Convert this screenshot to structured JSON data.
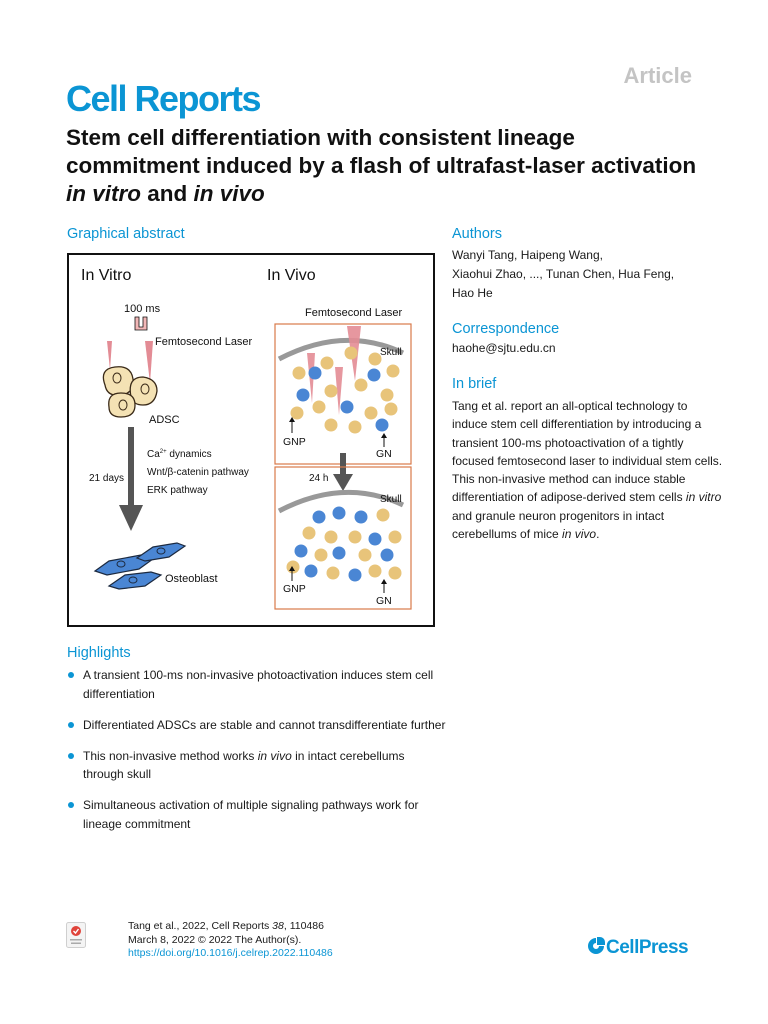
{
  "header": {
    "article_label": "Article",
    "journal": "Cell Reports",
    "title_part1": "Stem cell differentiation with consistent lineage commitment induced by a flash of ultrafast-laser activation ",
    "title_in_vitro": "in vitro",
    "title_and": " and ",
    "title_in_vivo": "in vivo"
  },
  "graphical_abstract": {
    "heading": "Graphical abstract",
    "in_vitro": "In Vitro",
    "in_vivo": "In Vivo",
    "pulse": "100 ms",
    "laser_left": "Femtosecond Laser",
    "laser_right": "Femtosecond Laser",
    "adsc": "ADSC",
    "ca_main": "Ca",
    "ca_sup": "2+",
    "ca_rest": " dynamics",
    "wnt": "Wnt/β-catenin pathway",
    "erk": "ERK pathway",
    "days": "21 days",
    "osteoblast": "Osteoblast",
    "skull_top": "Skull",
    "skull_bottom": "Skull",
    "gnp_top": "GNP",
    "gn_top": "GN",
    "gnp_bottom": "GNP",
    "gn_bottom": "GN",
    "hours": "24 h",
    "colors": {
      "gnp": "#e8c47a",
      "gn": "#4a86d4",
      "laser": "#e38c95",
      "cell": "#4a86d4",
      "frame": "#d97a4a"
    }
  },
  "authors": {
    "heading": "Authors",
    "line1": "Wanyi Tang, Haipeng Wang,",
    "line2": "Xiaohui Zhao, ..., Tunan Chen, Hua Feng,",
    "line3": "Hao He"
  },
  "correspondence": {
    "heading": "Correspondence",
    "email": "haohe@sjtu.edu.cn"
  },
  "in_brief": {
    "heading": "In brief",
    "part1": "Tang et al. report an all-optical technology to induce stem cell differentiation by introducing a transient 100-ms photoactivation of a tightly focused femtosecond laser to individual stem cells. This non-invasive method can induce stable differentiation of adipose-derived stem cells ",
    "in_vitro": "in vitro",
    "part2": " and granule neuron progenitors in intact cerebellums of mice ",
    "in_vivo": "in vivo",
    "part3": "."
  },
  "highlights": {
    "heading": "Highlights",
    "item1": "A transient 100-ms non-invasive photoactivation induces stem cell differentiation",
    "item2": "Differentiated ADSCs are stable and cannot transdifferentiate further",
    "item3_a": "This non-invasive method works ",
    "item3_i": "in vivo",
    "item3_b": " in intact cerebellums through skull",
    "item4": "Simultaneous activation of multiple signaling pathways work for lineage commitment"
  },
  "citation": {
    "line1_a": "Tang et al., 2022, Cell Reports ",
    "line1_vol": "38",
    "line1_b": ", 110486",
    "line2": "March 8, 2022 © 2022 The Author(s).",
    "doi": "https://doi.org/10.1016/j.celrep.2022.110486"
  },
  "footer": {
    "publisher": "CellPress"
  }
}
